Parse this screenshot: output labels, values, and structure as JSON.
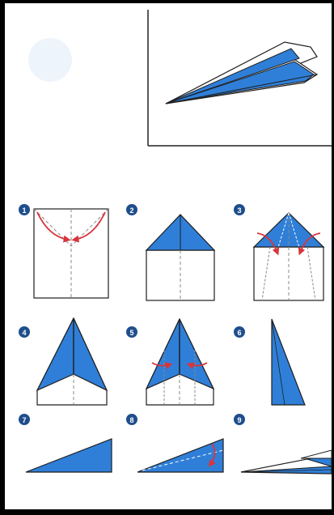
{
  "colors": {
    "frame": "#000000",
    "paper": "#ffffff",
    "blue": "#2f7fd8",
    "outline": "#1e1e1e",
    "fold_arrow": "#d8343b",
    "crease": "#888888",
    "badge": "#1f4e8c",
    "glare": "#eef4fb"
  },
  "steps": [
    {
      "label": "1",
      "icon": "folding-diagram-step-1"
    },
    {
      "label": "2",
      "icon": "folding-diagram-step-2"
    },
    {
      "label": "3",
      "icon": "folding-diagram-step-3"
    },
    {
      "label": "4",
      "icon": "folding-diagram-step-4"
    },
    {
      "label": "5",
      "icon": "folding-diagram-step-5"
    },
    {
      "label": "6",
      "icon": "folding-diagram-step-6"
    },
    {
      "label": "7",
      "icon": "folding-diagram-step-7"
    },
    {
      "label": "8",
      "icon": "folding-diagram-step-8"
    },
    {
      "label": "9",
      "icon": "folding-diagram-step-9"
    }
  ],
  "preview": {
    "icon": "paper-airplane-finished-icon"
  }
}
